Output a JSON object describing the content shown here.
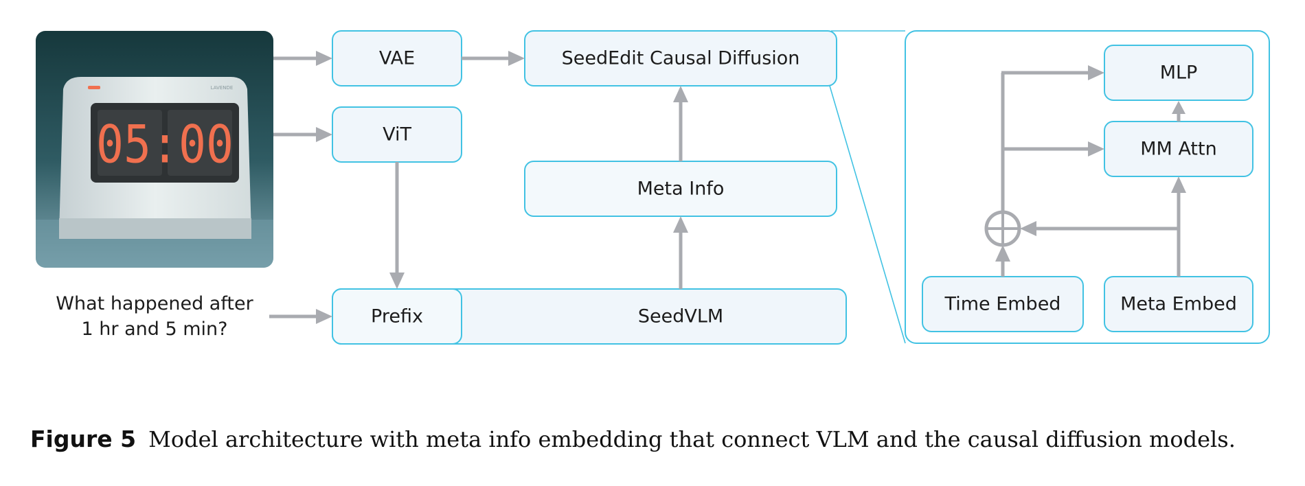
{
  "nodes": {
    "vae": "VAE",
    "vit": "ViT",
    "seededit": "SeedEdit Causal Diffusion",
    "meta_info": "Meta Info",
    "prefix": "Prefix",
    "seedvlm": "SeedVLM",
    "mlp": "MLP",
    "mm_attn": "MM Attn",
    "time_embed": "Time Embed",
    "meta_embed": "Meta Embed"
  },
  "input_image": {
    "clock_display": "05:00",
    "brand_text": "LAVENDE"
  },
  "question": {
    "line1": "What happened after",
    "line2": "1 hr and 5 min?"
  },
  "caption": {
    "number": "Figure 5",
    "text": "Model architecture with meta info embedding that connect VLM and the causal diffusion models."
  },
  "colors": {
    "box_border": "#41c2e3",
    "box_fill": "#f0f6fb",
    "arrow": "#a9abb0",
    "clock_digits": "#f0704f"
  }
}
